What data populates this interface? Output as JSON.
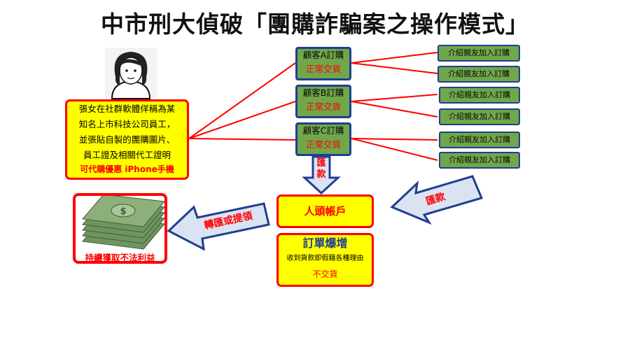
{
  "title": "中市刑大偵破「團購詐騙案之操作模式」",
  "suspect": {
    "description_lines": [
      "張女在社群軟體佯稱為某",
      "知名上市科技公司員工，",
      "並張貼自製的團購圖片、",
      "員工證及相關代工證明"
    ],
    "offer": "可代購優惠 iPhone手機"
  },
  "customers": [
    {
      "name": "顧客A訂購",
      "status": "正常交貨"
    },
    {
      "name": "顧客B訂購",
      "status": "正常交貨"
    },
    {
      "name": "顧客C訂購",
      "status": "正常交貨"
    }
  ],
  "referrals": [
    "介紹親友加入訂購",
    "介紹親友加入訂購",
    "介紹親友加入訂購",
    "介紹親友加入訂購",
    "介紹親友加入訂購",
    "介紹親友加入訂購"
  ],
  "arrows": {
    "remit_down": "匯款",
    "remit_diag": "匯款",
    "transfer": "轉匯或提領"
  },
  "account": "人頭帳戶",
  "surge": {
    "title": "訂單爆增",
    "body": "收到貨款即假藉各種理由",
    "no_delivery": "不交貨"
  },
  "profit": "持續獲取不法利益",
  "colors": {
    "red": "#ff0000",
    "yellow": "#ffff00",
    "green": "#70a74a",
    "navy": "#1f3f8f",
    "arrow_fill": "#dbe3f2"
  }
}
